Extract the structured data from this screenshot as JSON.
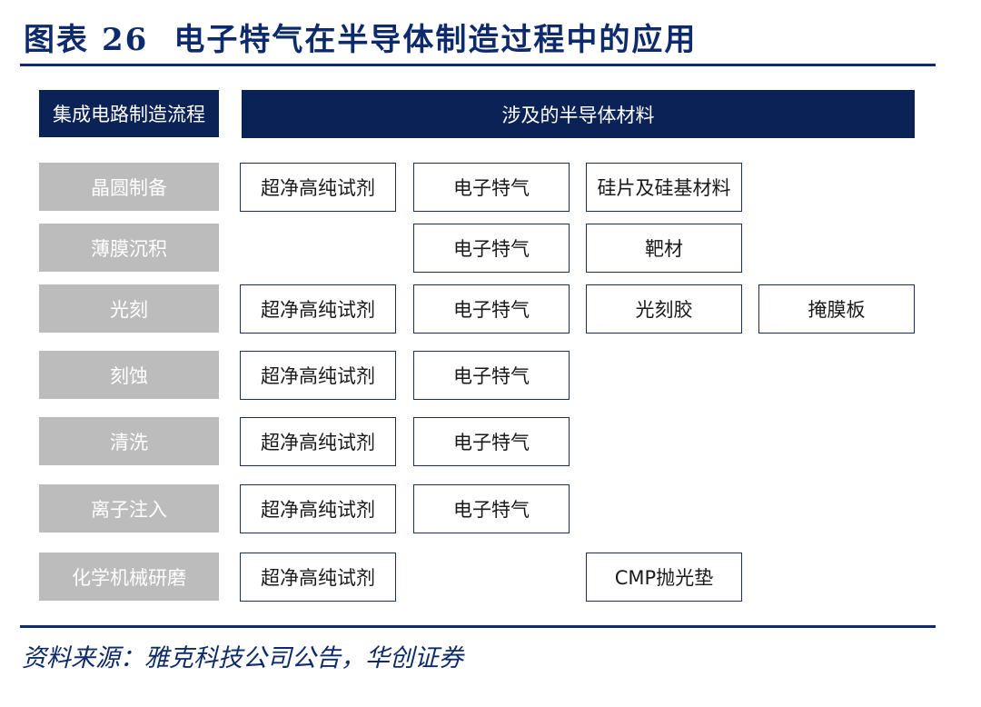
{
  "title": {
    "label": "图表",
    "number": "26",
    "text": "电子特气在半导体制造过程中的应用"
  },
  "header": {
    "left": "集成电路制造流程",
    "right": "涉及的半导体材料"
  },
  "rows": [
    {
      "process": "晶圆制备",
      "materials": [
        "超净高纯试剂",
        "电子特气",
        "硅片及硅基材料",
        ""
      ]
    },
    {
      "process": "薄膜沉积",
      "materials": [
        "",
        "电子特气",
        "靶材",
        ""
      ]
    },
    {
      "process": "光刻",
      "materials": [
        "超净高纯试剂",
        "电子特气",
        "光刻胶",
        "掩膜板"
      ]
    },
    {
      "process": "刻蚀",
      "materials": [
        "超净高纯试剂",
        "电子特气",
        "",
        ""
      ]
    },
    {
      "process": "清洗",
      "materials": [
        "超净高纯试剂",
        "电子特气",
        "",
        ""
      ]
    },
    {
      "process": "离子注入",
      "materials": [
        "超净高纯试剂",
        "电子特气",
        "",
        ""
      ]
    },
    {
      "process": "化学机械研磨",
      "materials": [
        "超净高纯试剂",
        "",
        "CMP抛光垫",
        ""
      ]
    }
  ],
  "source": "资料来源：雅克科技公司公告，华创证券"
}
